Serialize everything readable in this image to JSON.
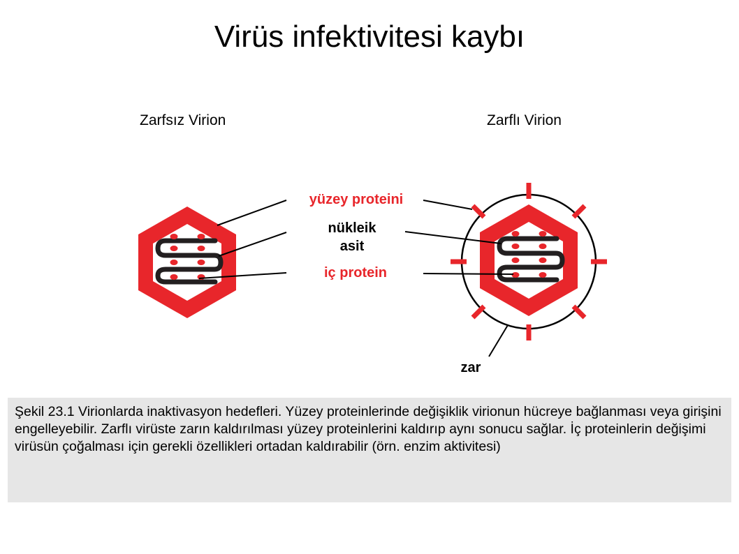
{
  "title": "Virüs infektivitesi kaybı",
  "virion_labels": {
    "non_enveloped": "Zarfsız Virion",
    "enveloped": "Zarflı Virion"
  },
  "part_labels": {
    "surface_protein": "yüzey proteini",
    "nucleic_acid_line1": "nükleik",
    "nucleic_acid_line2": "asit",
    "inner_protein": "iç protein",
    "envelope": "zar"
  },
  "colors": {
    "capsid_red": "#e8262b",
    "nucleic_acid": "#231f20",
    "caption_bg": "#e6e6e6"
  },
  "caption": "Şekil 23.1 Virionlarda inaktivasyon hedefleri. Yüzey proteinlerinde değişiklik virionun hücreye bağlanması veya girişini engelleyebilir. Zarflı virüste zarın kaldırılması yüzey proteinlerini kaldırıp aynı sonucu sağlar. İç proteinlerin değişimi virüsün çoğalması için gerekli özellikleri ortadan kaldırabilir (örn. enzim aktivitesi)"
}
